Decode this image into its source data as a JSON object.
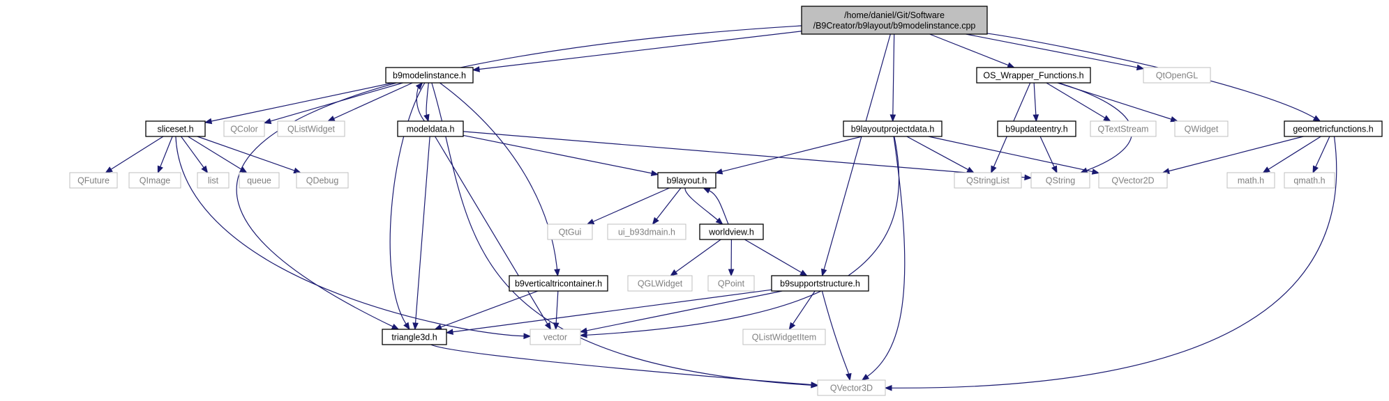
{
  "graph": {
    "type": "include-dependency-graph",
    "colors": {
      "edge": "#191970",
      "root_fill": "#bfbfbf",
      "system_text": "#7f7f7f",
      "system_border": "#bfbfbf"
    },
    "nodes": [
      {
        "id": "root",
        "lines": [
          "/home/daniel/Git/Software",
          "/B9Creator/b9layout/b9modelinstance.cpp"
        ],
        "kind": "root"
      },
      {
        "id": "b9modelinstance_h",
        "lines": [
          "b9modelinstance.h"
        ],
        "kind": "local"
      },
      {
        "id": "os_wrapper",
        "lines": [
          "OS_Wrapper_Functions.h"
        ],
        "kind": "local"
      },
      {
        "id": "qtopengl",
        "lines": [
          "QtOpenGL"
        ],
        "kind": "system"
      },
      {
        "id": "sliceset",
        "lines": [
          "sliceset.h"
        ],
        "kind": "local"
      },
      {
        "id": "qcolor",
        "lines": [
          "QColor"
        ],
        "kind": "system"
      },
      {
        "id": "qlistwidget",
        "lines": [
          "QListWidget"
        ],
        "kind": "system"
      },
      {
        "id": "modeldata",
        "lines": [
          "modeldata.h"
        ],
        "kind": "local"
      },
      {
        "id": "b9layoutprojectdata",
        "lines": [
          "b9layoutprojectdata.h"
        ],
        "kind": "local"
      },
      {
        "id": "b9updateentry",
        "lines": [
          "b9updateentry.h"
        ],
        "kind": "local"
      },
      {
        "id": "qtextstream",
        "lines": [
          "QTextStream"
        ],
        "kind": "system"
      },
      {
        "id": "qwidget",
        "lines": [
          "QWidget"
        ],
        "kind": "system"
      },
      {
        "id": "geometricfunctions",
        "lines": [
          "geometricfunctions.h"
        ],
        "kind": "local"
      },
      {
        "id": "qfuture",
        "lines": [
          "QFuture"
        ],
        "kind": "system"
      },
      {
        "id": "qimage",
        "lines": [
          "QImage"
        ],
        "kind": "system"
      },
      {
        "id": "list",
        "lines": [
          "list"
        ],
        "kind": "system"
      },
      {
        "id": "queue",
        "lines": [
          "queue"
        ],
        "kind": "system"
      },
      {
        "id": "qdebug",
        "lines": [
          "QDebug"
        ],
        "kind": "system"
      },
      {
        "id": "b9layout_h",
        "lines": [
          "b9layout.h"
        ],
        "kind": "local"
      },
      {
        "id": "qstringlist",
        "lines": [
          "QStringList"
        ],
        "kind": "system"
      },
      {
        "id": "qstring",
        "lines": [
          "QString"
        ],
        "kind": "system"
      },
      {
        "id": "qvector2d",
        "lines": [
          "QVector2D"
        ],
        "kind": "system"
      },
      {
        "id": "math_h",
        "lines": [
          "math.h"
        ],
        "kind": "system"
      },
      {
        "id": "qmath_h",
        "lines": [
          "qmath.h"
        ],
        "kind": "system"
      },
      {
        "id": "qtgui",
        "lines": [
          "QtGui"
        ],
        "kind": "system"
      },
      {
        "id": "ui_b93dmain",
        "lines": [
          "ui_b93dmain.h"
        ],
        "kind": "system"
      },
      {
        "id": "worldview",
        "lines": [
          "worldview.h"
        ],
        "kind": "local"
      },
      {
        "id": "qglwidget",
        "lines": [
          "QGLWidget"
        ],
        "kind": "system"
      },
      {
        "id": "qpoint",
        "lines": [
          "QPoint"
        ],
        "kind": "system"
      },
      {
        "id": "b9verticaltricontainer",
        "lines": [
          "b9verticaltricontainer.h"
        ],
        "kind": "local"
      },
      {
        "id": "b9supportstructure",
        "lines": [
          "b9supportstructure.h"
        ],
        "kind": "local"
      },
      {
        "id": "triangle3d",
        "lines": [
          "triangle3d.h"
        ],
        "kind": "local"
      },
      {
        "id": "vector",
        "lines": [
          "vector"
        ],
        "kind": "system"
      },
      {
        "id": "qlistwidgetitem",
        "lines": [
          "QListWidgetItem"
        ],
        "kind": "system"
      },
      {
        "id": "qvector3d",
        "lines": [
          "QVector3D"
        ],
        "kind": "system"
      }
    ],
    "edges": [
      [
        "root",
        "b9modelinstance_h"
      ],
      [
        "root",
        "triangle3d"
      ],
      [
        "root",
        "b9supportstructure"
      ],
      [
        "root",
        "b9layoutprojectdata"
      ],
      [
        "root",
        "os_wrapper"
      ],
      [
        "root",
        "qtopengl"
      ],
      [
        "root",
        "geometricfunctions"
      ],
      [
        "b9modelinstance_h",
        "sliceset"
      ],
      [
        "b9modelinstance_h",
        "qcolor"
      ],
      [
        "b9modelinstance_h",
        "qlistwidget"
      ],
      [
        "b9modelinstance_h",
        "modeldata"
      ],
      [
        "b9modelinstance_h",
        "triangle3d"
      ],
      [
        "b9modelinstance_h",
        "qvector3d"
      ],
      [
        "b9modelinstance_h",
        "b9verticaltricontainer"
      ],
      [
        "modeldata",
        "b9modelinstance_h"
      ],
      [
        "modeldata",
        "b9layout_h"
      ],
      [
        "modeldata",
        "qstring"
      ],
      [
        "modeldata",
        "triangle3d"
      ],
      [
        "modeldata",
        "vector"
      ],
      [
        "sliceset",
        "qfuture"
      ],
      [
        "sliceset",
        "qimage"
      ],
      [
        "sliceset",
        "list"
      ],
      [
        "sliceset",
        "queue"
      ],
      [
        "sliceset",
        "qdebug"
      ],
      [
        "sliceset",
        "vector"
      ],
      [
        "os_wrapper",
        "b9updateentry"
      ],
      [
        "os_wrapper",
        "qtextstream"
      ],
      [
        "os_wrapper",
        "qwidget"
      ],
      [
        "os_wrapper",
        "qstringlist"
      ],
      [
        "os_wrapper",
        "qstring"
      ],
      [
        "b9updateentry",
        "qstring"
      ],
      [
        "b9layoutprojectdata",
        "b9layout_h"
      ],
      [
        "b9layoutprojectdata",
        "qstringlist"
      ],
      [
        "b9layoutprojectdata",
        "qvector2d"
      ],
      [
        "b9layoutprojectdata",
        "vector"
      ],
      [
        "b9layoutprojectdata",
        "qvector3d"
      ],
      [
        "geometricfunctions",
        "qvector2d"
      ],
      [
        "geometricfunctions",
        "math_h"
      ],
      [
        "geometricfunctions",
        "qmath_h"
      ],
      [
        "geometricfunctions",
        "qvector3d"
      ],
      [
        "b9layout_h",
        "qtgui"
      ],
      [
        "b9layout_h",
        "ui_b93dmain"
      ],
      [
        "b9layout_h",
        "worldview"
      ],
      [
        "worldview",
        "b9layout_h"
      ],
      [
        "worldview",
        "qglwidget"
      ],
      [
        "worldview",
        "qpoint"
      ],
      [
        "worldview",
        "b9supportstructure"
      ],
      [
        "b9verticaltricontainer",
        "triangle3d"
      ],
      [
        "b9verticaltricontainer",
        "vector"
      ],
      [
        "b9supportstructure",
        "triangle3d"
      ],
      [
        "b9supportstructure",
        "vector"
      ],
      [
        "b9supportstructure",
        "qlistwidgetitem"
      ],
      [
        "b9supportstructure",
        "qvector3d"
      ],
      [
        "triangle3d",
        "qvector3d"
      ]
    ]
  }
}
